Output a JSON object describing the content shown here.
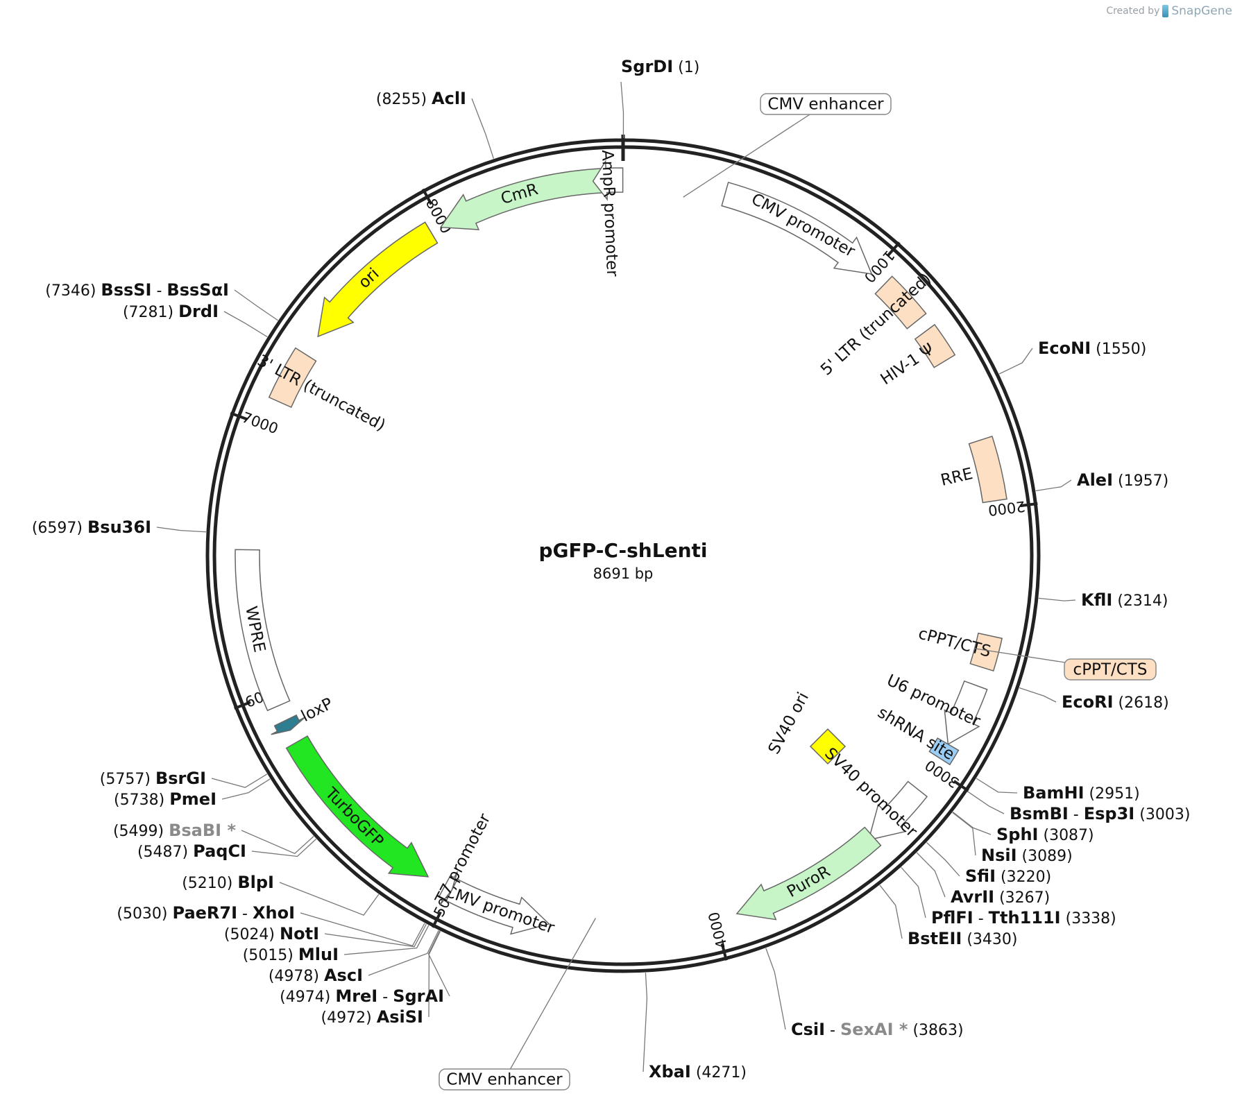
{
  "credit": {
    "prefix": "Created by",
    "brand": "SnapGene"
  },
  "plasmid": {
    "name": "pGFP-C-shLenti",
    "size_label": "8691 bp",
    "length": 8691
  },
  "ticks": [
    {
      "bp": 1000,
      "label": "1000"
    },
    {
      "bp": 2000,
      "label": "2000"
    },
    {
      "bp": 3000,
      "label": "3000"
    },
    {
      "bp": 4000,
      "label": "4000"
    },
    {
      "bp": 5000,
      "label": "5000"
    },
    {
      "bp": 6000,
      "label": "6000"
    },
    {
      "bp": 7000,
      "label": "7000"
    },
    {
      "bp": 8000,
      "label": "8000"
    }
  ],
  "features": [
    {
      "id": "cmv-promoter-1",
      "label": "CMV promoter",
      "start": 380,
      "end": 1000,
      "strand": 1,
      "kind": "arrow",
      "color": "#ffffff"
    },
    {
      "id": "ltr5",
      "label": "5' LTR (truncated)",
      "start": 1060,
      "end": 1240,
      "strand": 0,
      "kind": "box",
      "color": "#fde0c3"
    },
    {
      "id": "hiv-psi",
      "label": "HIV-1 Ψ",
      "start": 1290,
      "end": 1420,
      "strand": 0,
      "kind": "box",
      "color": "#fde0c3"
    },
    {
      "id": "rre",
      "label": "RRE",
      "start": 1740,
      "end": 1970,
      "strand": 0,
      "kind": "box",
      "color": "#fde0c3"
    },
    {
      "id": "cppt",
      "label": "cPPT/CTS",
      "start": 2470,
      "end": 2590,
      "strand": 0,
      "kind": "box",
      "color": "#fde0c3"
    },
    {
      "id": "u6-promoter",
      "label": "U6 promoter",
      "start": 2660,
      "end": 2900,
      "strand": 1,
      "kind": "arrow",
      "color": "#ffffff"
    },
    {
      "id": "shrna-site",
      "label": "shRNA site",
      "start": 2900,
      "end": 2960,
      "strand": 0,
      "kind": "box",
      "color": "#9ccdf5"
    },
    {
      "id": "sv40-ori",
      "label": "SV40 ori",
      "kind": "diamond",
      "color": "#ffff00"
    },
    {
      "id": "sv40-promoter",
      "label": "SV40 promoter",
      "start": 3100,
      "end": 3360,
      "strand": 1,
      "kind": "arrow",
      "color": "#ffffff"
    },
    {
      "id": "puror",
      "label": "PuroR",
      "start": 3340,
      "end": 3920,
      "strand": 1,
      "kind": "arrow",
      "color": "#c8f5c8"
    },
    {
      "id": "cmv-promoter-2",
      "label": "CMV promoter",
      "start": 4620,
      "end": 5000,
      "strand": -1,
      "kind": "arrow",
      "color": "#ffffff"
    },
    {
      "id": "t7-promoter",
      "label": "T7 promoter",
      "start": 5000,
      "end": 5030,
      "strand": -1,
      "kind": "arrow",
      "color": "#ffffff"
    },
    {
      "id": "turbogfp",
      "label": "TurboGFP",
      "start": 5100,
      "end": 5800,
      "strand": -1,
      "kind": "arrow",
      "color": "#22e622"
    },
    {
      "id": "loxp",
      "label": "loxP",
      "start": 5850,
      "end": 5890,
      "strand": -1,
      "kind": "arrow",
      "color": "#2e7d91"
    },
    {
      "id": "wpre",
      "label": "WPRE",
      "start": 5950,
      "end": 6540,
      "strand": 0,
      "kind": "box",
      "color": "#ffffff"
    },
    {
      "id": "ltr3",
      "label": "3' LTR (truncated)",
      "start": 7100,
      "end": 7300,
      "strand": 0,
      "kind": "box",
      "color": "#fde0c3"
    },
    {
      "id": "ori",
      "label": "ori",
      "start": 7380,
      "end": 7950,
      "strand": -1,
      "kind": "arrow",
      "color": "#ffff00"
    },
    {
      "id": "cmr",
      "label": "CmR",
      "start": 7990,
      "end": 8620,
      "strand": -1,
      "kind": "arrow",
      "color": "#c8f5c8"
    },
    {
      "id": "ampr-promoter",
      "label": "AmpR promoter",
      "start": 8580,
      "end": 8690,
      "strand": -1,
      "kind": "arrow",
      "color": "#ffffff"
    }
  ],
  "boxed_labels": [
    {
      "id": "cmv-enhancer-top",
      "label": "CMV enhancer",
      "bp": 230
    },
    {
      "id": "cppt-box",
      "label": "cPPT/CTS",
      "bp": 2530
    },
    {
      "id": "cmv-enhancer-bottom",
      "label": "CMV enhancer",
      "bp": 4450
    }
  ],
  "sites": [
    {
      "pos": "(1)",
      "names": [
        "SgrDI"
      ],
      "bp": 1
    },
    {
      "pos": "(1550)",
      "names": [
        "EcoNI"
      ],
      "bp": 1550
    },
    {
      "pos": "(1957)",
      "names": [
        "AleI"
      ],
      "bp": 1957
    },
    {
      "pos": "(2314)",
      "names": [
        "KflI"
      ],
      "bp": 2314
    },
    {
      "pos": "(2618)",
      "names": [
        "EcoRI"
      ],
      "bp": 2618
    },
    {
      "pos": "(2951)",
      "names": [
        "BamHI"
      ],
      "bp": 2951
    },
    {
      "pos": "(3003)",
      "names": [
        "BsmBI",
        "Esp3I"
      ],
      "bp": 3003
    },
    {
      "pos": "(3087)",
      "names": [
        "SphI"
      ],
      "bp": 3087
    },
    {
      "pos": "(3089)",
      "names": [
        "NsiI"
      ],
      "bp": 3089
    },
    {
      "pos": "(3220)",
      "names": [
        "SfiI"
      ],
      "bp": 3220
    },
    {
      "pos": "(3267)",
      "names": [
        "AvrII"
      ],
      "bp": 3267
    },
    {
      "pos": "(3338)",
      "names": [
        "PflFI",
        "Tth111I"
      ],
      "bp": 3338
    },
    {
      "pos": "(3430)",
      "names": [
        "BstEII"
      ],
      "bp": 3430
    },
    {
      "pos": "(3863)",
      "names": [
        "CsiI",
        "SexAI *"
      ],
      "bp": 3863,
      "nc": [
        1
      ]
    },
    {
      "pos": "(4271)",
      "names": [
        "XbaI"
      ],
      "bp": 4271
    },
    {
      "pos": "(4972)",
      "names": [
        "AsiSI"
      ],
      "bp": 4972
    },
    {
      "pos": "(4974)",
      "names": [
        "MreI",
        "SgrAI"
      ],
      "bp": 4974
    },
    {
      "pos": "(4978)",
      "names": [
        "AscI"
      ],
      "bp": 4978
    },
    {
      "pos": "(5015)",
      "names": [
        "MluI"
      ],
      "bp": 5015
    },
    {
      "pos": "(5024)",
      "names": [
        "NotI"
      ],
      "bp": 5024
    },
    {
      "pos": "(5030)",
      "names": [
        "PaeR7I",
        "XhoI"
      ],
      "bp": 5030
    },
    {
      "pos": "(5210)",
      "names": [
        "BlpI"
      ],
      "bp": 5210
    },
    {
      "pos": "(5487)",
      "names": [
        "PaqCI"
      ],
      "bp": 5487
    },
    {
      "pos": "(5499)",
      "names": [
        "BsaBI *"
      ],
      "bp": 5499,
      "nc": [
        0
      ]
    },
    {
      "pos": "(5738)",
      "names": [
        "PmeI"
      ],
      "bp": 5738
    },
    {
      "pos": "(5757)",
      "names": [
        "BsrGI"
      ],
      "bp": 5757
    },
    {
      "pos": "(6597)",
      "names": [
        "Bsu36I"
      ],
      "bp": 6597
    },
    {
      "pos": "(7281)",
      "names": [
        "DrdI"
      ],
      "bp": 7281
    },
    {
      "pos": "(7346)",
      "names": [
        "BssSI",
        "BssSαI"
      ],
      "bp": 7346
    },
    {
      "pos": "(8255)",
      "names": [
        "AclI"
      ],
      "bp": 8255
    }
  ]
}
